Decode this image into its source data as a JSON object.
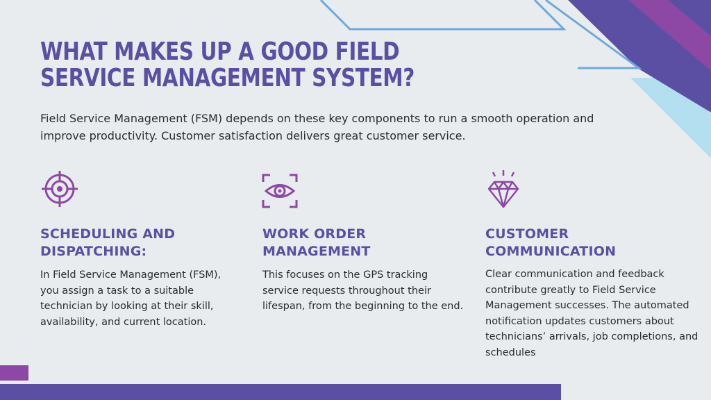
{
  "slide": {
    "title": "WHAT MAKES UP A GOOD FIELD SERVICE MANAGEMENT SYSTEM?",
    "intro": "Field Service Management (FSM) depends on these key components to run a smooth operation and improve productivity. Customer satisfaction delivers great customer service."
  },
  "columns": [
    {
      "icon": "target-icon",
      "title": "SCHEDULING AND DISPATCHING:",
      "body": "In Field Service Management (FSM), you assign a task to a suitable technician by looking at their skill, availability, and current location."
    },
    {
      "icon": "eye-scan-icon",
      "title": "WORK ORDER MANAGEMENT",
      "body": "This focuses on the GPS tracking service requests throughout their lifespan, from the beginning to the end."
    },
    {
      "icon": "diamond-icon",
      "title": "CUSTOMER COMMUNICATION",
      "body": "Clear communication and feedback contribute greatly to Field Service Management successes. The automated notification updates customers about technicians’ arrivals, job completions, and schedules"
    }
  ],
  "colors": {
    "accent_purple": "#5b4fa3",
    "magenta": "#8d47a5",
    "light_blue": "#b3dff0",
    "outline_blue": "#6fa8dc",
    "background": "#e9ecef"
  }
}
